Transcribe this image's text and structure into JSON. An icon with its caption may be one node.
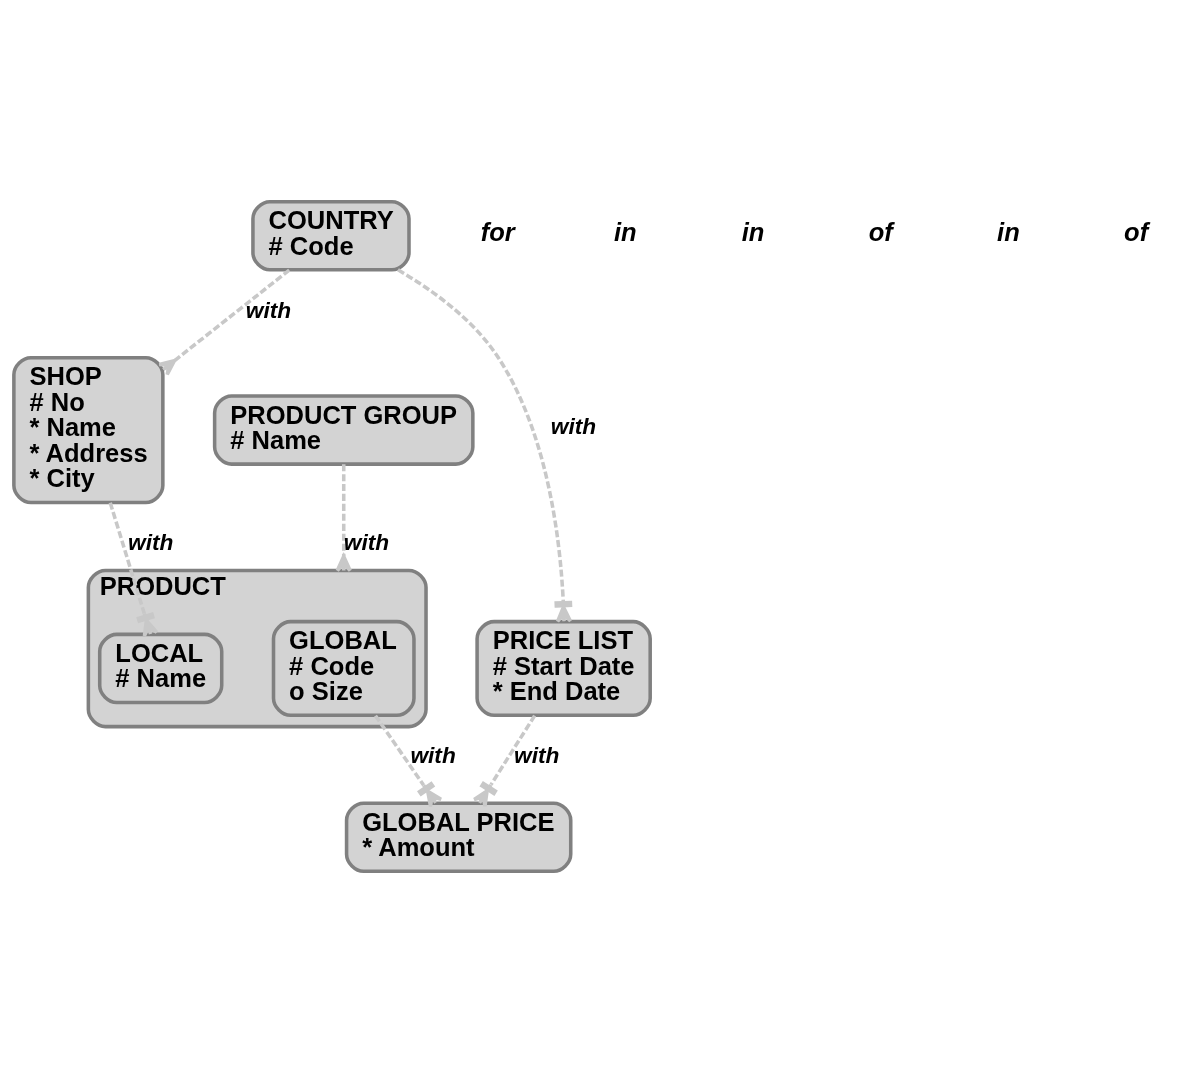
{
  "diagram": {
    "nodes": [
      {
        "text": [
          "COUNTRY",
          "# Code"
        ]
      },
      {
        "text": [
          "PRODUCT GROUP",
          "# Name"
        ]
      },
      {
        "text": [
          "SHOP",
          "# No",
          "* Name",
          "* Address",
          "* City"
        ]
      },
      {
        "text": [
          "PRICE LIST",
          "# Start Date",
          "* End Date"
        ]
      },
      {
        "text": [
          "PRODUCT"
        ]
      },
      {
        "text": [
          "GLOBAL",
          "# Code",
          "o Size"
        ],
        "in": 4
      },
      {
        "text": [
          "LOCAL",
          "# Name"
        ],
        "in": 4
      },
      {
        "text": [
          "GLOBAL PRICE",
          "* Amount"
        ]
      }
    ],
    "edges": [
      {
        "from": 0,
        "to": 3,
        "arrow": "other",
        "label": "with",
        "style": "dashed"
      },
      {
        "from": 1,
        "to": 4,
        "arrow": "other",
        "label": "with",
        "style": "dashed"
      },
      {
        "from": 0,
        "to": 2,
        "arrow": "other",
        "label": "with",
        "style": "dashed"
      },
      {
        "from": 2,
        "to": 6,
        "arrow": "other",
        "label": "with",
        "style": "dashed"
      },
      {
        "from": 3,
        "to": 7,
        "arrow": "other",
        "label": "with",
        "style": "dashed"
      },
      {
        "from": 5,
        "to": 7,
        "arrow": "other",
        "label": "with",
        "style": "dashed"
      }
    ],
    "labels": [
      "for",
      "in",
      "in",
      "of",
      "in",
      "of"
    ]
  }
}
